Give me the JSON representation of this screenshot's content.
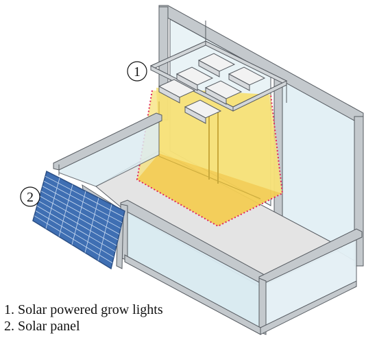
{
  "diagram": {
    "callouts": [
      {
        "number": "1"
      },
      {
        "number": "2"
      }
    ],
    "legend": [
      {
        "text": "1. Solar powered grow lights"
      },
      {
        "text": "2. Solar panel"
      }
    ],
    "colors": {
      "light_beam": "#f7e06a",
      "beam_outline": "#e0245e",
      "frame": "#b9bfc4",
      "glass": "#dfeef3",
      "floor": "#e6e6e6",
      "solar_panel": "#3f6fb3",
      "solar_grid": "#cfe0f5",
      "stroke": "#555a60"
    }
  }
}
